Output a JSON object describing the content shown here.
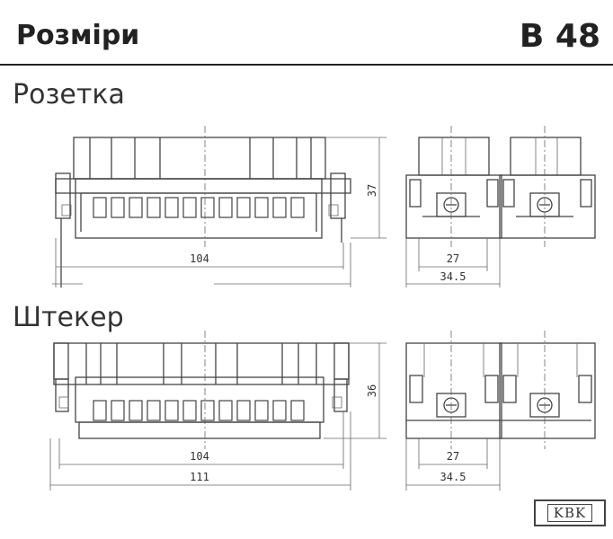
{
  "header": {
    "title": "Розміри",
    "code": "B 48"
  },
  "socket": {
    "title": "Розетка",
    "dims": {
      "width": "104",
      "height": "37",
      "side_inner": "27",
      "side_outer": "34.5"
    }
  },
  "plug": {
    "title": "Штекер",
    "dims": {
      "width_inner": "104",
      "width_outer": "111",
      "height": "36",
      "side_inner": "27",
      "side_outer": "34.5"
    }
  },
  "logo": {
    "text": "KBK"
  }
}
